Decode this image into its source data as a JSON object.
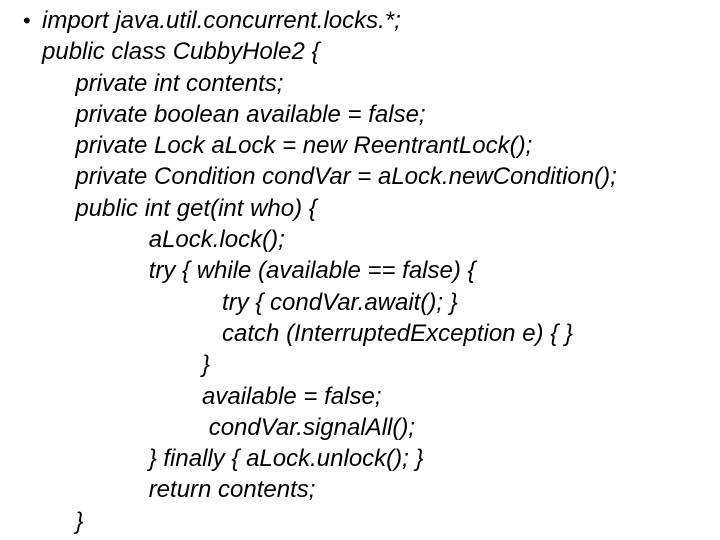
{
  "slide": {
    "bullet_glyph": "•",
    "code_lines": [
      "import java.util.concurrent.locks.*;",
      "public class CubbyHole2 {",
      "     private int contents;",
      "     private boolean available = false;",
      "     private Lock aLock = new ReentrantLock();",
      "     private Condition condVar = aLock.newCondition();",
      "     public int get(int who) {",
      "                aLock.lock();",
      "                try { while (available == false) {",
      "                           try { condVar.await(); }",
      "                           catch (InterruptedException e) { }",
      "                        }",
      "                        available = false;",
      "                         condVar.signalAll();",
      "                } finally { aLock.unlock(); }",
      "                return contents;",
      "     }"
    ]
  },
  "colors": {
    "background": "#ffffff",
    "text": "#000000"
  }
}
